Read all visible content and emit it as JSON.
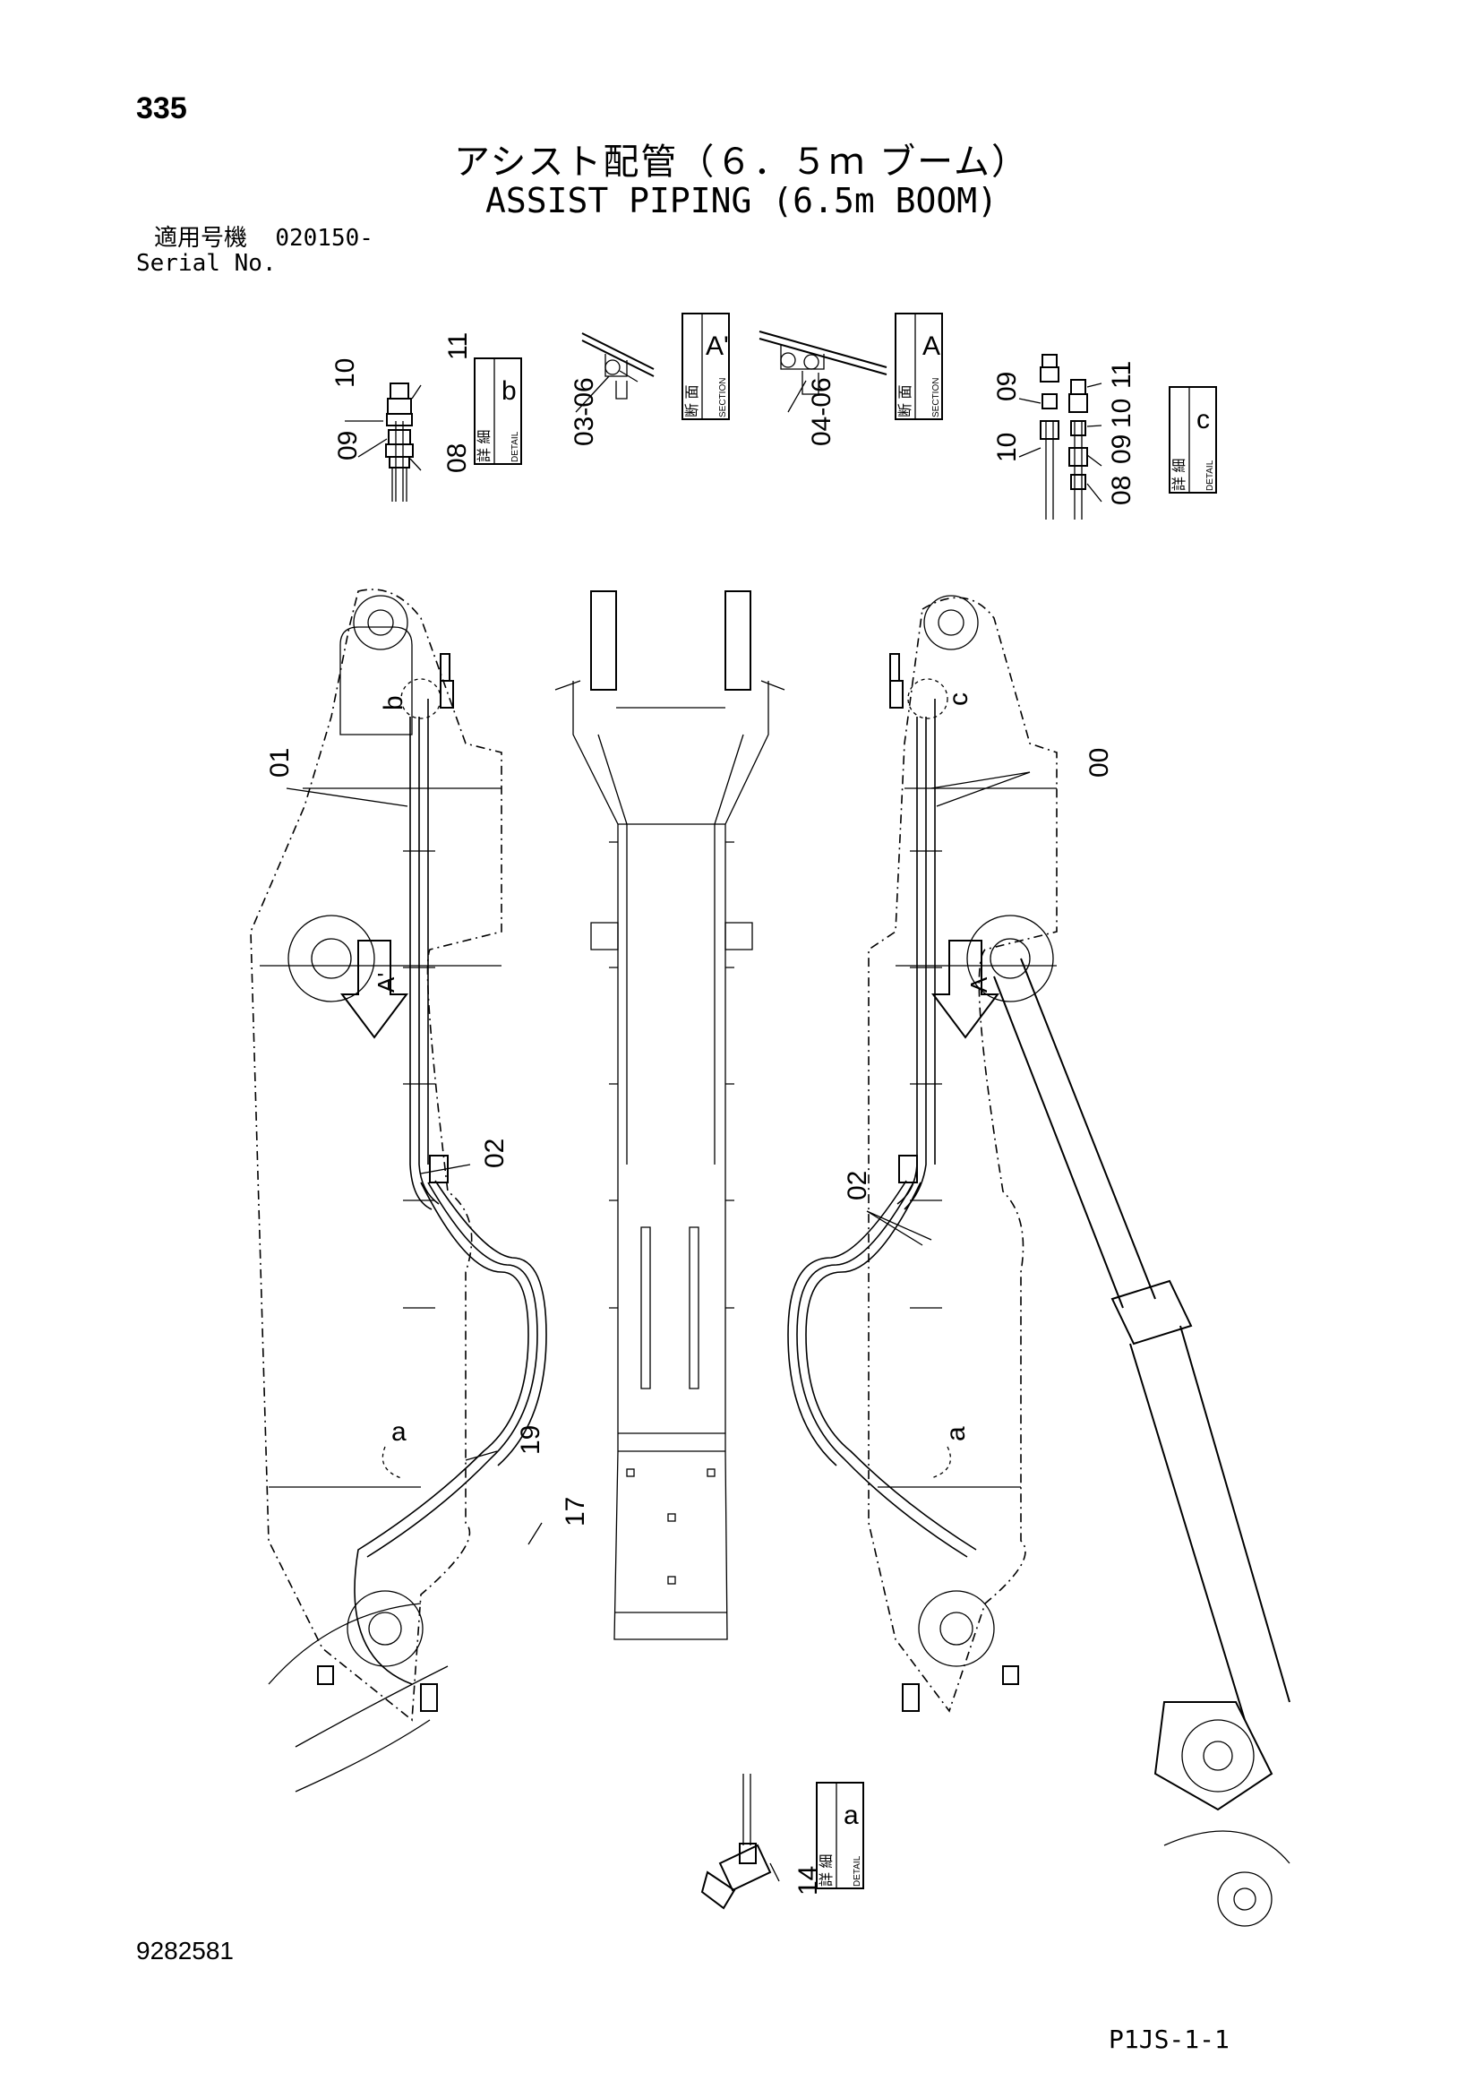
{
  "page_number": "335",
  "title_jp": "アシスト配管（６．５ｍ ブーム）",
  "title_en": "ASSIST PIPING (6.5m BOOM)",
  "serial": {
    "label_jp": "適用号機",
    "value": "020150-",
    "label_en": "Serial No."
  },
  "views": {
    "detail_b": {
      "box_jp": "詳 細",
      "box_en": "DETAIL",
      "letter": "b",
      "callouts": [
        "10",
        "11",
        "09",
        "08"
      ]
    },
    "section_a_prime": {
      "box_jp": "断 面",
      "box_en": "SECTION",
      "letter": "A'",
      "callout": "03-06"
    },
    "section_a": {
      "box_jp": "断 面",
      "box_en": "SECTION",
      "letter": "A",
      "callout": "04-06"
    },
    "detail_c": {
      "box_jp": "詳 細",
      "box_en": "DETAIL",
      "letter": "c",
      "callouts": [
        "09",
        "10",
        "11",
        "10",
        "08",
        "09"
      ]
    },
    "detail_a": {
      "box_jp": "詳 細",
      "box_en": "DETAIL",
      "letter": "a",
      "callout": "14"
    }
  },
  "main_callouts": {
    "left": {
      "c01": "01",
      "c02": "02",
      "c19": "19",
      "c17": "17",
      "ref_a": "a",
      "ref_b": "b",
      "arrow": "A'"
    },
    "right": {
      "c00": "00",
      "c02": "02",
      "ref_a": "a",
      "ref_c": "c",
      "arrow": "A"
    }
  },
  "doc_number": "9282581",
  "sheet_code": "P1JS-1-1"
}
